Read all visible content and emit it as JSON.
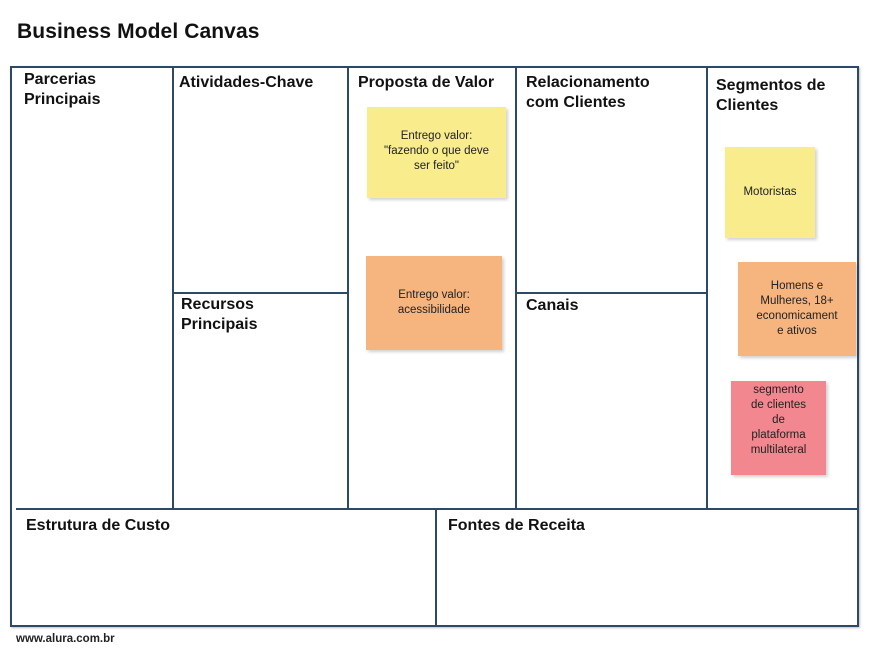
{
  "title": "Business Model Canvas",
  "footer": "www.alura.com.br",
  "blocks": {
    "parcerias": "Parcerias\nPrincipais",
    "atividades": "Atividades-Chave",
    "recursos": "Recursos\nPrincipais",
    "proposta": "Proposta de Valor",
    "relacionamento": "Relacionamento\ncom Clientes",
    "canais": "Canais",
    "segmentos": "Segmentos de\nClientes",
    "custo": "Estrutura de Custo",
    "receita": "Fontes de Receita"
  },
  "notes": {
    "proposta_1": "Entrego valor:\n\"fazendo o que deve\nser feito\"",
    "proposta_2": "Entrego valor:\nacessibilidade",
    "segmento_1": "Motoristas",
    "segmento_2": "Homens e\nMulheres, 18+\neconomicament\ne ativos",
    "segmento_3": "segmento\nde clientes\nde\nplataforma\nmultilateral"
  },
  "colors": {
    "border": "#2c4a68",
    "note_yellow": "#f8ec8c",
    "note_orange": "#f6b47f",
    "note_pink": "#f3878f"
  }
}
